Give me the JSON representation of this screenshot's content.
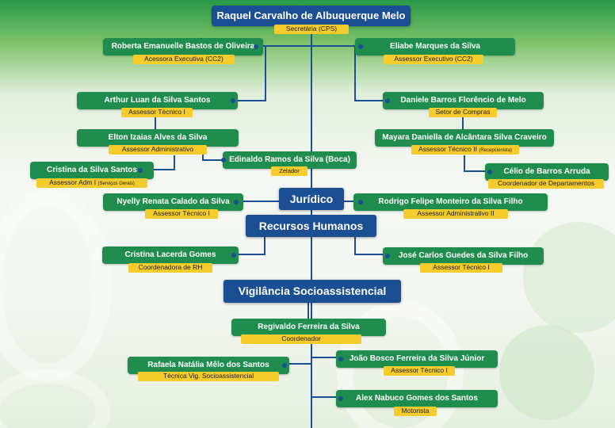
{
  "colors": {
    "node_green": "#1f8d4e",
    "connector_blue": "#1c4f96",
    "department_blue": "#1b4e93",
    "role_yellow": "#f5cc2c"
  },
  "head": {
    "name": "Raquel Carvalho de Albuquerque Melo",
    "role": "Secretária (CPS)"
  },
  "people": {
    "roberta": {
      "name": "Roberta Emanuelle Bastos de Oliveira",
      "role": "Acessora Executiva (CC2)"
    },
    "eliabe": {
      "name": "Eliabe Marques da Silva",
      "role": "Assessor Executivo (CC2)"
    },
    "arthur": {
      "name": "Arthur Luan da Silva Santos",
      "role": "Assessor Técnico I"
    },
    "daniele": {
      "name": "Daniele Barros Florêncio de Melo",
      "role": "Setor de Compras"
    },
    "elton": {
      "name": "Elton Izaias Alves da Silva",
      "role": "Assessor  Administrativo"
    },
    "mayara": {
      "name": "Mayara Daniella de Alcântara Silva Craveiro",
      "role": "Assessor Técnico II",
      "role_note": "(Recepcionista)"
    },
    "edinaldo": {
      "name": "Edinaldo Ramos da Silva (Boca)",
      "role": "Zelador"
    },
    "cristina_s": {
      "name": "Cristina da Silva Santos",
      "role": "Assessor Adm I",
      "role_note": "(Serviços Gerais)"
    },
    "celio": {
      "name": "Célio de Barros Arruda",
      "role": "Coordenador de Departamentos"
    },
    "nyelly": {
      "name": "Nyelly Renata Calado da Silva",
      "role": "Assessor Técnico I"
    },
    "rodrigo": {
      "name": "Rodrigo Felipe Monteiro da Silva Filho",
      "role": "Assessor Administrativo II"
    },
    "cristina_l": {
      "name": "Cristina Lacerda Gomes",
      "role": "Coordenadora  de  RH"
    },
    "jose": {
      "name": "José Carlos Guedes da Silva Filho",
      "role": "Assessor Técnico I"
    },
    "regivaldo": {
      "name": "Regivaldo Ferreira da Silva",
      "role": "Coordenador"
    },
    "rafaela": {
      "name": "Rafaela Natália Mêlo dos Santos",
      "role": "Técnica Vig. Socioassistencial"
    },
    "joao": {
      "name": "João Bosco Ferreira da Silva Júnior",
      "role": "Assessor Técnico I"
    },
    "alex": {
      "name": "Alex Nabuco Gomes dos Santos",
      "role": "Motorista"
    }
  },
  "departments": {
    "juridico": "Jurídico",
    "rh": "Recursos Humanos",
    "vigilancia": "Vigilância  Socioassistencial"
  }
}
